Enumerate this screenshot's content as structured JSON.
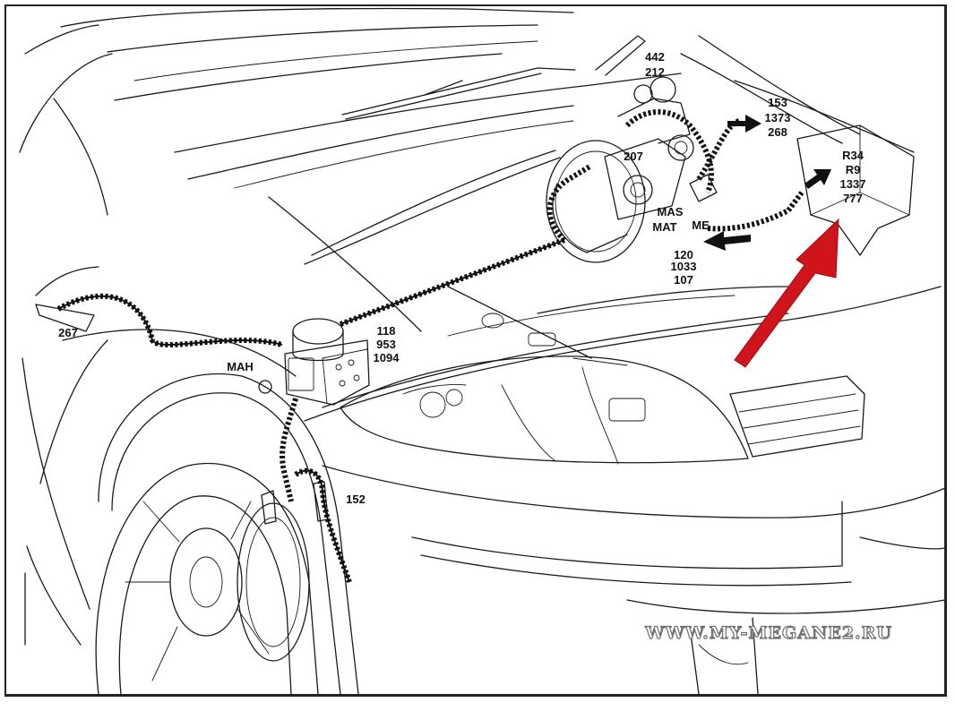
{
  "diagram": {
    "labels": {
      "l442": "442",
      "l212": "212",
      "l153": "153",
      "l1373": "1373",
      "l268": "268",
      "l207": "207",
      "lR34": "R34",
      "lR9": "R9",
      "l1337": "1337",
      "l777": "777",
      "lMAS": "MAS",
      "lMAT": "MAT",
      "lME": "ME",
      "l120": "120",
      "l1033": "1033",
      "l107": "107",
      "l118": "118",
      "l953": "953",
      "l1094": "1094",
      "lMAH": "MAH",
      "l267": "267",
      "l152": "152"
    },
    "watermark": "WWW.MY-MEGANE2.RU",
    "colors": {
      "line": "#1a1a1a",
      "pointer_arrow": "#d0141c",
      "watermark_outline": "#6e6e6e"
    }
  }
}
